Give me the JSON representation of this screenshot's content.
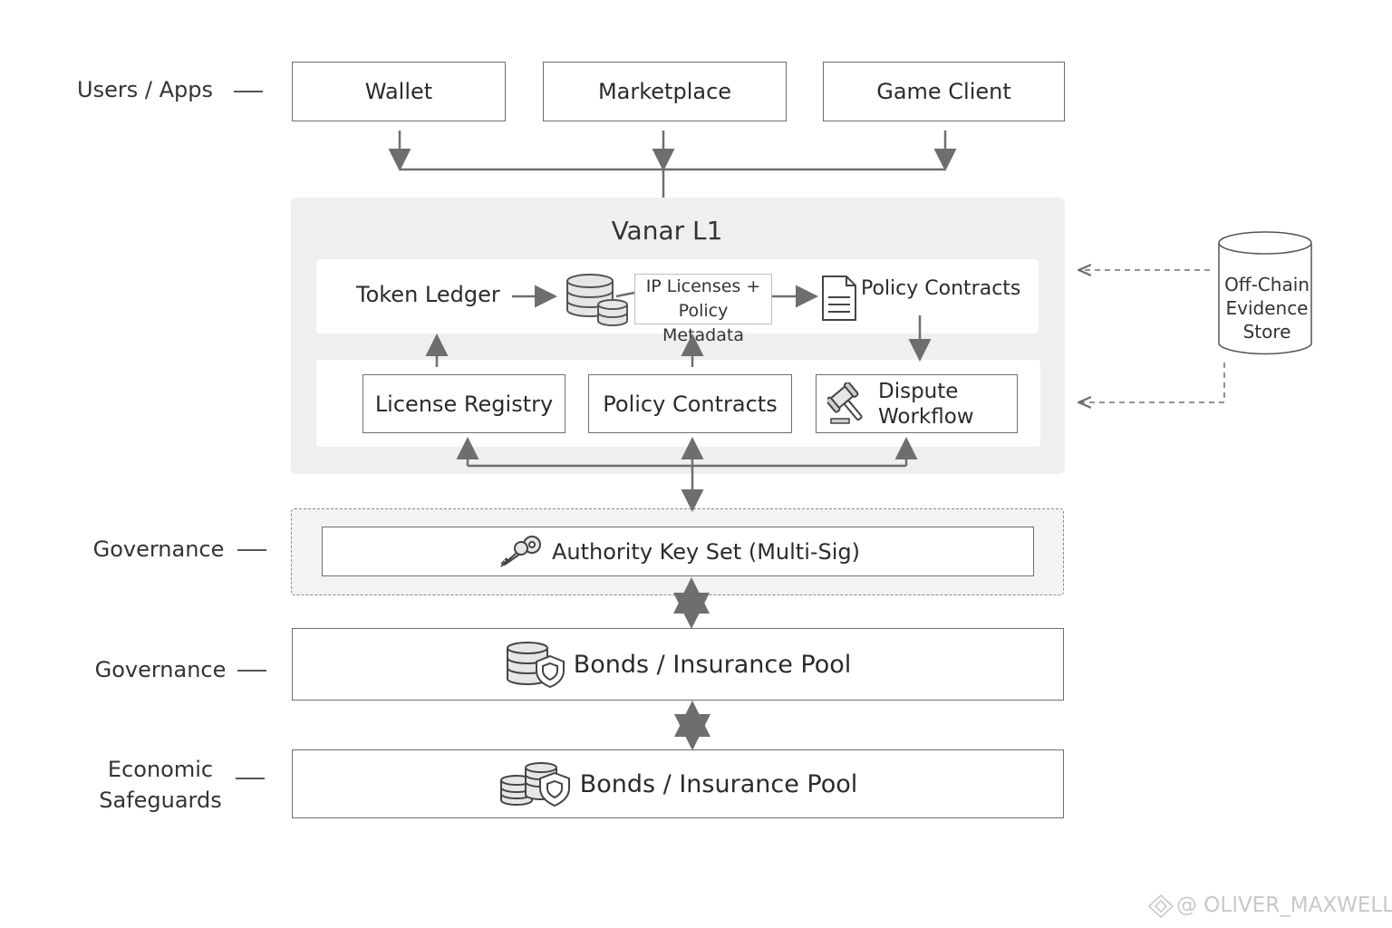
{
  "lanes": {
    "users": "Users / Apps",
    "governance_1": "Governance",
    "governance_2": "Governance",
    "economic_line1": "Economic",
    "economic_line2": "Safeguards"
  },
  "apps": {
    "wallet": "Wallet",
    "marketplace": "Marketplace",
    "game_client": "Game Client"
  },
  "l1": {
    "title": "Vanar L1",
    "token_ledger": "Token Ledger",
    "ip_licenses_line1": "IP Licenses +",
    "ip_licenses_line2": "Policy Metadata",
    "policy_contracts_top": "Policy Contracts",
    "license_registry": "License Registry",
    "policy_contracts": "Policy Contracts",
    "dispute_line1": "Dispute",
    "dispute_line2": "Workflow"
  },
  "offchain": {
    "line1": "Off-Chain",
    "line2": "Evidence",
    "line3": "Store"
  },
  "governance": {
    "authority": "Authority Key Set (Multi-Sig)"
  },
  "bonds": {
    "pool_1": "Bonds / Insurance Pool",
    "pool_2": "Bonds / Insurance Pool"
  },
  "watermark": "@ OLIVER_MAXWELL",
  "icons": [
    "database-icon",
    "document-icon",
    "gavel-icon",
    "keys-icon",
    "database-shield-icon",
    "coins-shield-icon",
    "watermark-logo-icon"
  ],
  "colors": {
    "line": "#6e6e6e",
    "panel": "#efefef",
    "text": "#2b2b2b"
  }
}
